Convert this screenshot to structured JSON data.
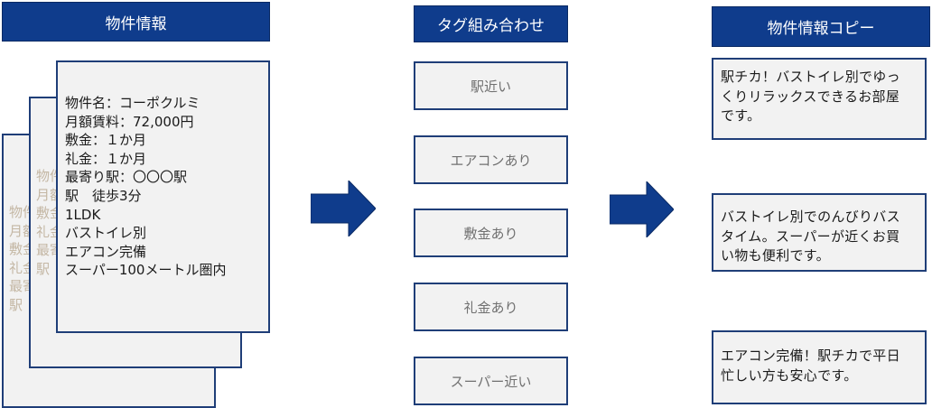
{
  "headers": {
    "property_info": "物件情報",
    "tag_combination": "タグ組み合わせ",
    "property_copy": "物件情報コピー"
  },
  "ghost_sheets": {
    "back": "物件\n月額\n敷金\n礼金\n最寄\n駅",
    "middle": "物件\n月額\n敷金\n礼金\n最寄\n駅"
  },
  "property_sheet": {
    "lines": [
      "物件名：コーポクルミ",
      "月額賃料：72,000円",
      "敷金：１か月",
      "礼金：１か月",
      "最寄り駅：〇〇〇駅",
      "駅　徒歩3分",
      "1LDK",
      "バストイレ別",
      "エアコン完備",
      "スーパー100メートル圏内"
    ]
  },
  "tags": [
    "駅近い",
    "エアコンあり",
    "敷金あり",
    "礼金あり",
    "スーパー近い"
  ],
  "copies": [
    [
      "駅チカ！バストイレ別でゆっ",
      "くりリラックスできるお部屋",
      "です。"
    ],
    [
      "バストイレ別でのんびりバス",
      "タイム。スーパーが近くお買",
      "い物も便利です。"
    ],
    [
      "エアコン完備！駅チカで平日",
      "忙しい方も安心です。"
    ]
  ],
  "colors": {
    "header_fill": "#0f3c8c",
    "border": "#1f3e78",
    "box_fill": "#f2f2f2",
    "arrow_fill": "#0f3c8c"
  },
  "icons": {
    "flow_arrow": "right-arrow-icon"
  }
}
